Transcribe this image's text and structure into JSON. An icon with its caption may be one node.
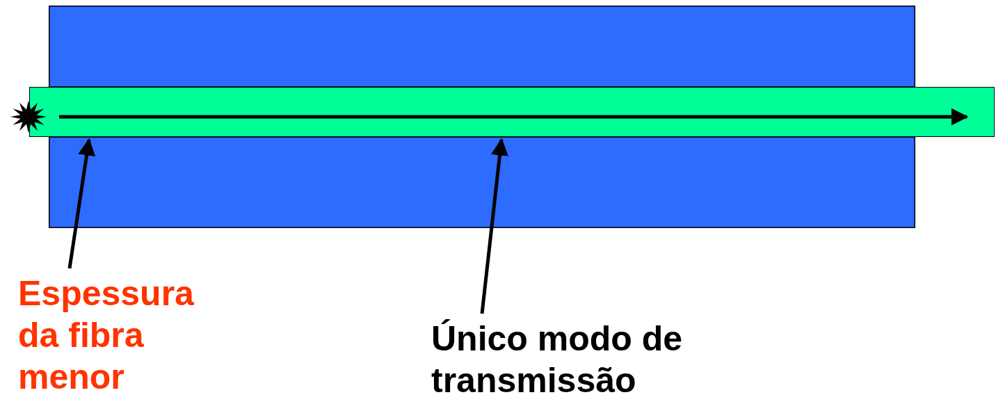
{
  "diagram": {
    "nodes": [
      {
        "text": [],
        "shape": "box"
      },
      {
        "text": [],
        "shape": "bar"
      },
      {
        "text": [],
        "shape": "star"
      },
      {
        "text": [
          "Espessura da fibra menor"
        ]
      },
      {
        "text": [
          "Único modo de transmissão"
        ]
      }
    ],
    "edges": [
      {
        "from": 3,
        "to": 1,
        "arrow": "to"
      },
      {
        "from": 4,
        "to": 1,
        "arrow": "to"
      }
    ]
  }
}
